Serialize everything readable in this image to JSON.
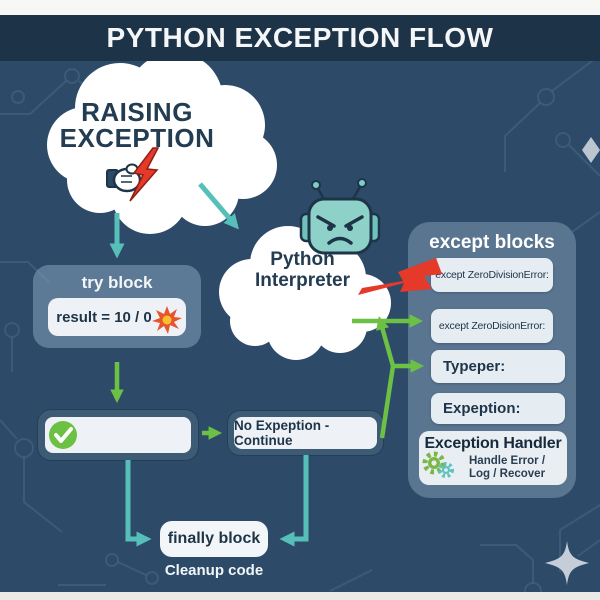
{
  "title": "PYTHON EXCEPTION FLOW",
  "raising_cloud": {
    "line1": "RAISING",
    "line2": "EXCEPTION"
  },
  "interpreter_cloud": {
    "line1": "Python",
    "line2": "Interpreter"
  },
  "try_block": {
    "label": "try block",
    "code": "result = 10 / 0"
  },
  "no_exception_box": {
    "label": "No Expeption - Continue"
  },
  "finally_block": {
    "label": "finally block",
    "caption": "Cleanup code"
  },
  "except_panel": {
    "header": "except blocks",
    "boxes": [
      "except ZeroDivisionError:",
      "except ZeroDisionError:",
      "Typeper:",
      "Expeption:"
    ],
    "handler": {
      "title": "Exception Handler",
      "line1": "Handle Error /",
      "line2": "Log / Recover"
    }
  },
  "icons": {
    "raising": "hand-lightning-icon",
    "interpreter": "angry-robot-icon",
    "panel_pointer": "red-lightning-icon",
    "try_code": "explosion-icon",
    "success": "check-circle-icon",
    "handler": "gears-icon",
    "corner": "sparkle-icon"
  },
  "colors": {
    "background": "#2d4b68",
    "title_bar": "#1c3348",
    "teal_arrow": "#57bfba",
    "green_arrow": "#6cc043",
    "red": "#e5392a",
    "cloud": "#ffffff",
    "panel": "#96b0c7",
    "box_light": "#e9eef4",
    "text_dark": "#1e3448"
  }
}
